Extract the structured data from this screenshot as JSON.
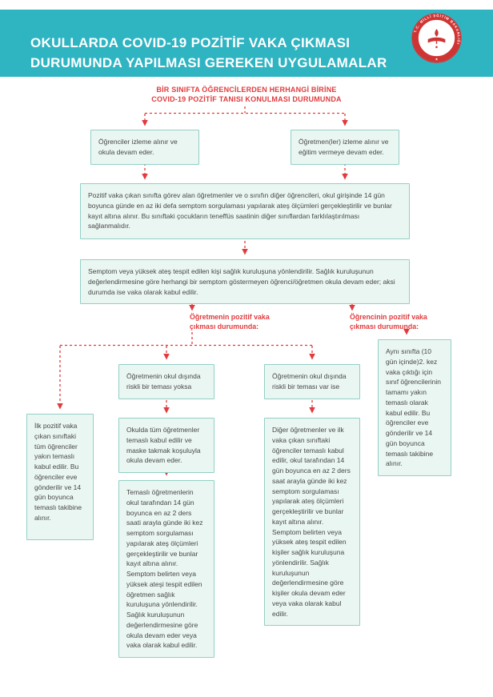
{
  "colors": {
    "teal_band": "#2fb4c2",
    "accent_red": "#e13b3d",
    "box_fill": "#eaf6f2",
    "box_border": "#92d0c5",
    "body_text": "#474747"
  },
  "header": {
    "title_line1": "OKULLARDA COVID-19 POZİTİF VAKA ÇIKMASI",
    "title_line2": "DURUMUNDA YAPILMASI GEREKEN UYGULAMALAR",
    "logo": {
      "ring_text": "T.C. MİLLÎ EĞİTİM BAKANLIĞI",
      "star": "★"
    }
  },
  "subtitle": {
    "line1": "BİR SINIFTA ÖĞRENCİLERDEN HERHANGİ BİRİNE",
    "line2": "COVID-19 POZİTİF TANISI KONULMASI DURUMUNDA"
  },
  "branch_labels": {
    "teacher_positive": "Öğretmenin pozitif vaka çıkması durumunda:",
    "student_positive": "Öğrencinin pozitif vaka çıkması durumunda:"
  },
  "boxes": {
    "students_monitor": "Öğrenciler izleme alınır ve okula devam eder.",
    "teachers_monitor": "Öğretmen(ler) izleme alınır ve eğitim vermeye devam eder.",
    "class_screening": "Pozitif vaka çıkan sınıfta görev alan öğretmenler ve o sınıfın diğer öğrencileri, okul girişinde 14 gün boyunca günde en az iki defa semptom sorgulaması yapılarak ateş ölçümleri gerçekleştirilir ve bunlar kayıt altına alınır. Bu sınıftaki çocukların teneffüs saatinin diğer sınıflardan farklılaştırılması sağlanmalıdır.",
    "symptom_referral": "Semptom veya yüksek ateş tespit edilen kişi sağlık kuruluşuna yönlendirilir. Sağlık kuruluşunun değerlendirmesine göre herhangi bir semptom göstermeyen öğrenci/öğretmen okula devam eder; aksi durumda ise vaka olarak kabul edilir.",
    "teacher_no_risky_contact": "Öğretmenin okul dışında riskli bir teması yoksa",
    "teacher_risky_contact": "Öğretmenin okul dışında riskli bir teması var ise",
    "first_case_students": "İlk pozitif vaka çıkan sınıftaki tüm öğrenciler yakın temaslı kabul edilir. Bu öğrenciler eve gönderilir ve 14 gün boyunca temaslı takibine alınır.",
    "all_teachers_masked": "Okulda tüm öğretmenler temaslı kabul edilir ve maske takmak koşuluyla okula devam eder.",
    "contact_teachers_screening": "Temaslı öğretmenlerin okul tarafından 14 gün boyunca en az 2 ders saati arayla günde iki kez semptom sorgulaması yapılarak ateş ölçümleri gerçekleştirilir ve bunlar kayıt altına alınır. Semptom belirten veya yüksek ateşi tespit edilen öğretmen sağlık kuruluşuna yönlendirilir. Sağlık kuruluşunun değerlendirmesine göre okula devam eder veya vaka olarak kabul edilir.",
    "other_teachers_students_screening": "Diğer öğretmenler ve ilk vaka çıkan sınıftaki öğrenciler temaslı kabul edilir, okul tarafından 14 gün boyunca en az 2 ders saat arayla günde iki kez semptom sorgulaması yapılarak ateş ölçümleri gerçekleştirilir ve bunlar kayıt altına alınır. Semptom belirten veya yüksek ateş tespit edilen kişiler sağlık kuruluşuna yönlendirilir. Sağlık kuruluşunun değerlendirmesine göre kişiler okula devam eder veya vaka olarak kabul edilir.",
    "second_case_class": "Aynı sınıfta (10 gün içinde)2. kez vaka çıktığı için sınıf öğrencilerinin tamamı yakın temaslı olarak kabul edilir. Bu öğrenciler eve gönderilir ve 14 gün boyunca temaslı takibine alınır."
  }
}
